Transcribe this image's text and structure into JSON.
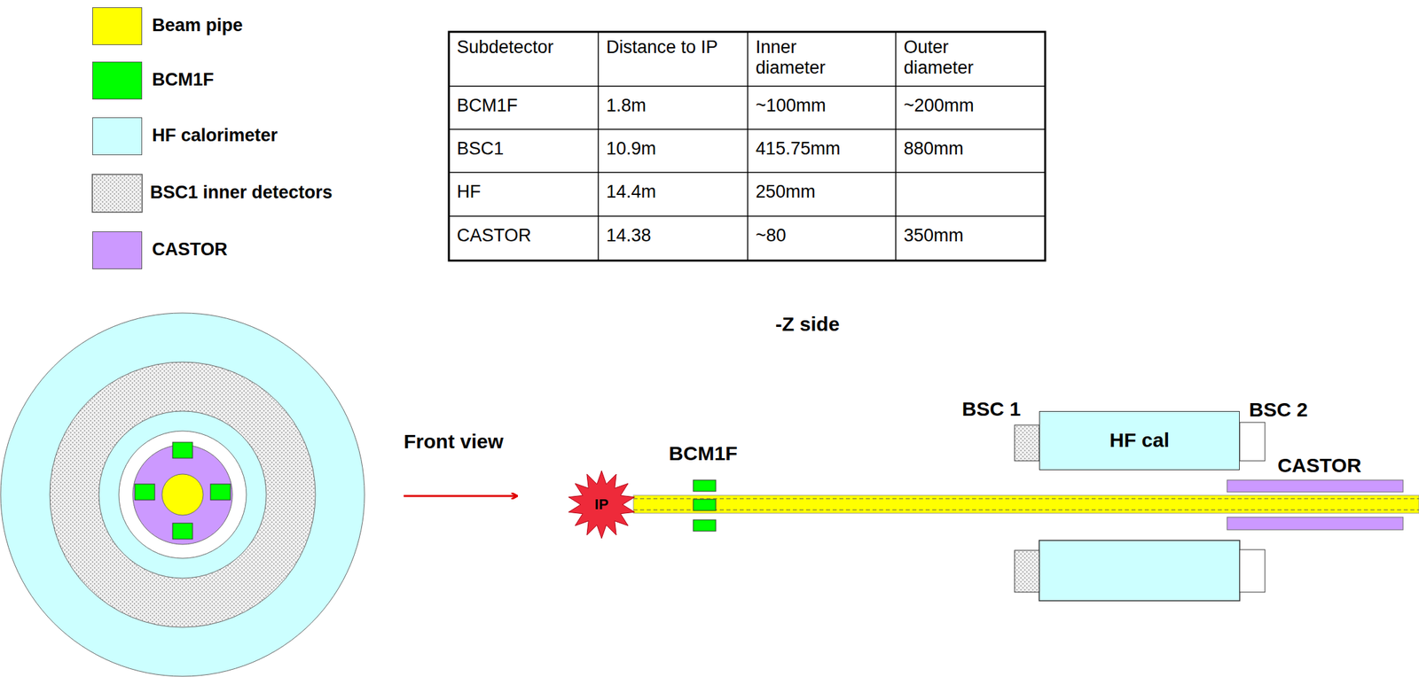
{
  "diagram": {
    "nodes": [
      {
        "text": [
          "IP"
        ]
      },
      {
        "text": [
          "HF cal"
        ]
      }
    ],
    "labels": [
      "Subdetector",
      "Distance to IP",
      "Inner diameter",
      "Outer diameter",
      "BCM1F",
      "1.8m",
      "~100mm",
      "~200mm",
      "BSC1",
      "10.9m",
      "415.75mm",
      "880mm",
      "HF",
      "14.4m",
      "250mm",
      "CASTOR",
      "14.38",
      "~80",
      "350mm",
      "-Z side",
      "Front view",
      "BCM1F",
      "BSC 1",
      "BSC 2",
      "CASTOR"
    ],
    "legend": [
      {
        "text": "Beam pipe",
        "color": "#ffff00"
      },
      {
        "text": "BCM1F",
        "color": "#00ff00"
      },
      {
        "text": "HF calorimeter",
        "color": "#ccffff"
      },
      {
        "text": "BSC1 inner detectors"
      },
      {
        "text": "CASTOR",
        "color": "#cc99ff"
      }
    ]
  }
}
